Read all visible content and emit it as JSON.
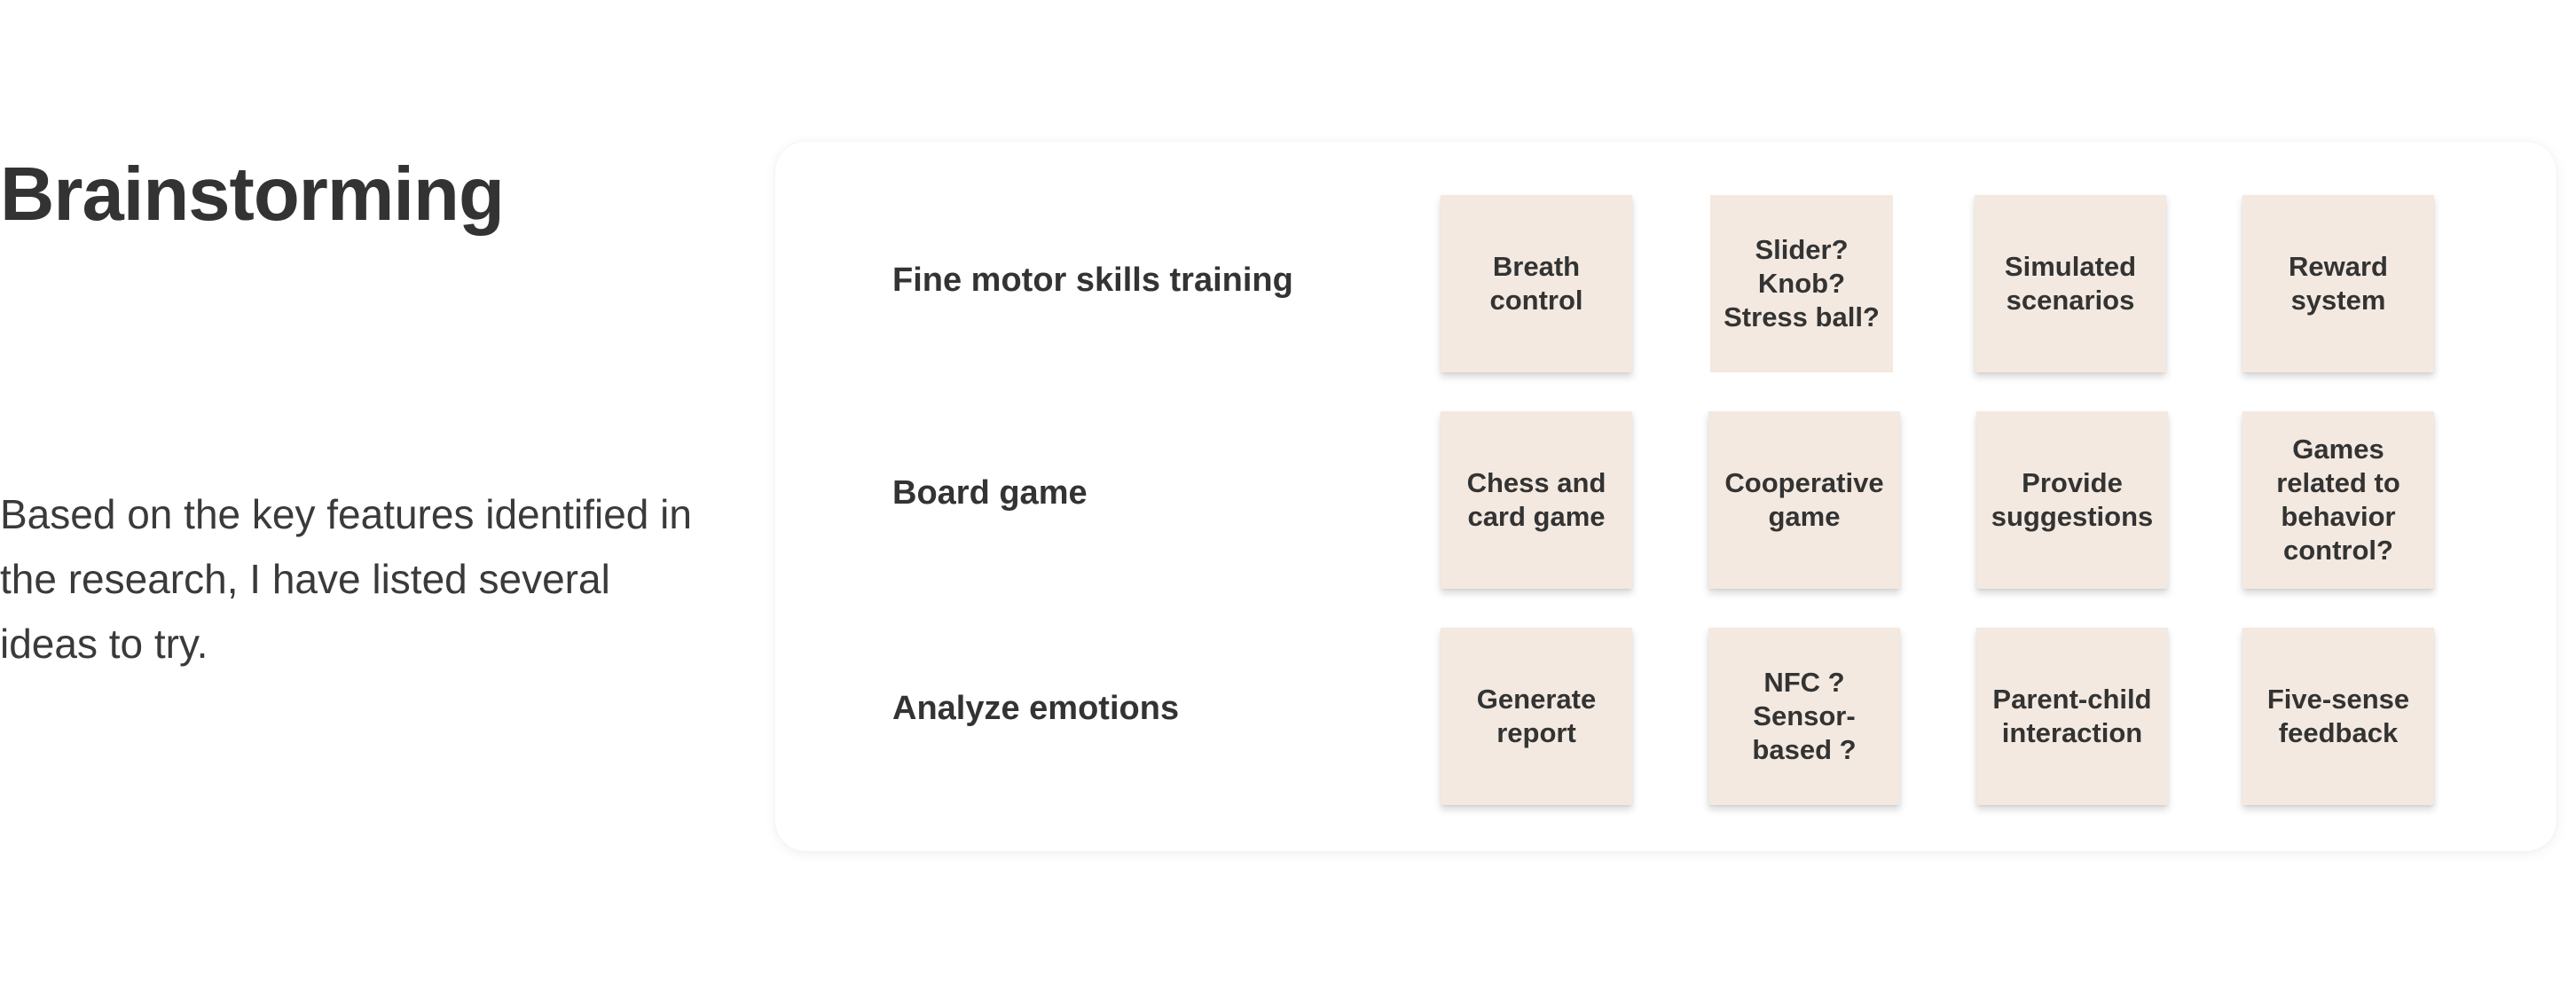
{
  "title": "Brainstorming",
  "intro": "Based on the key features identified in the research, I have listed several ideas to try.",
  "rows": [
    {
      "label": "Fine motor skills training",
      "notes": [
        "Breath control",
        "Slider? Knob? Stress ball?",
        "Simulated scenarios",
        "Reward system"
      ]
    },
    {
      "label": "Board game",
      "notes": [
        "Chess and card game",
        "Cooperative game",
        "Provide suggestions",
        "Games related to behavior control?"
      ]
    },
    {
      "label": "Analyze emotions",
      "notes": [
        "Generate report",
        "NFC ? Sensor-based ?",
        "Parent-child interaction",
        "Five-sense feedback"
      ]
    }
  ],
  "colors": {
    "note_background": "#f3e9e0",
    "text": "#333333",
    "board_background": "#ffffff"
  }
}
